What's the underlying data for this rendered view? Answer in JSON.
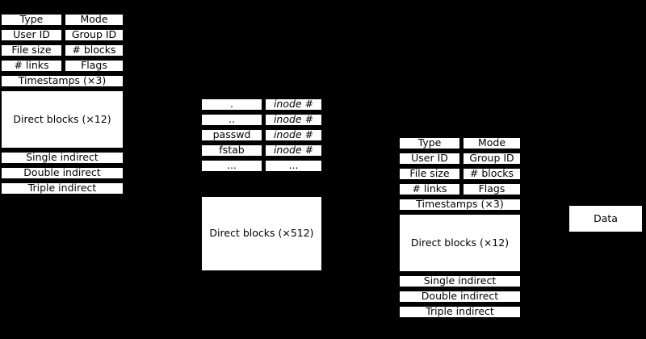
{
  "colors": {
    "background": "#000000",
    "box_fill": "#ffffff",
    "box_border": "#000000",
    "text": "#000000"
  },
  "inode_left": {
    "type": "Type",
    "mode": "Mode",
    "user_id": "User ID",
    "group_id": "Group ID",
    "file_size": "File size",
    "num_blocks": "# blocks",
    "num_links": "# links",
    "flags": "Flags",
    "timestamps": "Timestamps (×3)",
    "direct_blocks": "Direct blocks (×12)",
    "single_indirect": "Single indirect",
    "double_indirect": "Double indirect",
    "triple_indirect": "Triple indirect"
  },
  "directory": {
    "rows": [
      {
        "name": ".",
        "value": "inode #"
      },
      {
        "name": "..",
        "value": "inode #"
      },
      {
        "name": "passwd",
        "value": "inode #"
      },
      {
        "name": "fstab",
        "value": "inode #"
      },
      {
        "name": "...",
        "value": "..."
      }
    ]
  },
  "direct_blocks_box": {
    "label": "Direct blocks (×512)"
  },
  "inode_right": {
    "type": "Type",
    "mode": "Mode",
    "user_id": "User ID",
    "group_id": "Group ID",
    "file_size": "File size",
    "num_blocks": "# blocks",
    "num_links": "# links",
    "flags": "Flags",
    "timestamps": "Timestamps (×3)",
    "direct_blocks": "Direct blocks (×12)",
    "single_indirect": "Single indirect",
    "double_indirect": "Double indirect",
    "triple_indirect": "Triple indirect"
  },
  "data_box": {
    "label": "Data"
  }
}
